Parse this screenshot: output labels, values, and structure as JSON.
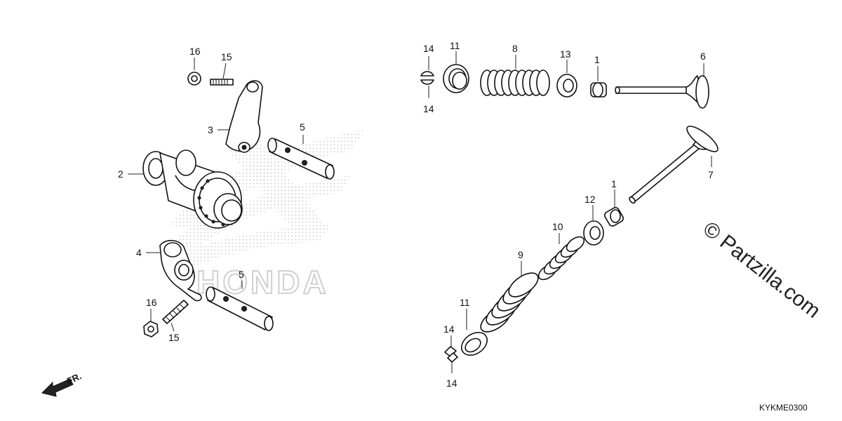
{
  "diagram": {
    "labels": {
      "l1a": "1",
      "l1b": "1",
      "l2": "2",
      "l3": "3",
      "l4": "4",
      "l5a": "5",
      "l5b": "5",
      "l6": "6",
      "l7": "7",
      "l8": "8",
      "l9": "9",
      "l10": "10",
      "l11a": "11",
      "l11b": "11",
      "l12": "12",
      "l13": "13",
      "l14a": "14",
      "l14b": "14",
      "l14c": "14",
      "l14d": "14",
      "l15a": "15",
      "l15b": "15",
      "l16a": "16",
      "l16b": "16"
    },
    "direction_label": "FR.",
    "diagram_code": "KYKME0300",
    "watermark": "© Partzilla.com",
    "logo_text": "HONDA"
  }
}
